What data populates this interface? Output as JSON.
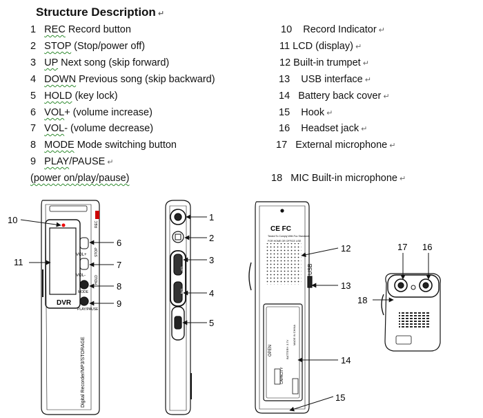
{
  "title": "Structure Description",
  "para": "↵",
  "left_items": [
    {
      "n": "1",
      "key": "REC",
      "rest": " Record button"
    },
    {
      "n": "2",
      "key": "STOP",
      "rest": " (Stop/power off)"
    },
    {
      "n": "3",
      "key": "UP",
      "rest": " Next song (skip forward)"
    },
    {
      "n": "4",
      "key": "DOWN",
      "rest": " Previous song (skip backward)"
    },
    {
      "n": "5",
      "key": "HOLD",
      "rest": " (key lock)"
    },
    {
      "n": "6",
      "key": "VOL",
      "rest": "+ (volume increase)"
    },
    {
      "n": "7",
      "key": "VOL",
      "rest": "- (volume decrease)"
    },
    {
      "n": "8",
      "key": "MODE",
      "rest": " Mode switching button"
    },
    {
      "n": "9",
      "key": "PLAY",
      "rest": "/PAUSE"
    }
  ],
  "left_cont": "(power on/play/pause)",
  "right_items": [
    {
      "n": "10",
      "text": "Record Indicator"
    },
    {
      "n": "11",
      "text": "LCD (display)"
    },
    {
      "n": "12",
      "text": "Built-in trumpet"
    },
    {
      "n": "13",
      "text": "USB interface"
    },
    {
      "n": "14",
      "text": "Battery back cover"
    },
    {
      "n": "15",
      "text": "Hook"
    },
    {
      "n": "16",
      "text": "Headset jack"
    },
    {
      "n": "17",
      "text": "External microphone"
    },
    {
      "n": "18",
      "text": "MIC Built-in microphone"
    }
  ],
  "device_text": {
    "front_bottom": "DVR",
    "front_side": "Digital Recorder/MP3/STORAGE",
    "btn_vol_plus": "VOL+",
    "btn_vol_minus": "VOL-",
    "btn_mode": "MODE",
    "btn_play": "PLAY/PAUSE",
    "btn_rec": "REC",
    "btn_stop": "STOP",
    "btn_hold": "HOLD",
    "rocker_up": "UP",
    "rocker_down": "DN",
    "back_usb": "USB",
    "back_open": "OPEN",
    "back_capacity": "CAPACITY",
    "back_battery": "BATTERY: 3.7V",
    "back_ce": "CE FC",
    "back_tested": "Tested To Comply With Fcc Standards",
    "back_model": "FOR HOME OR OFFICE USE",
    "back_made": "MADE IN CHINA"
  }
}
